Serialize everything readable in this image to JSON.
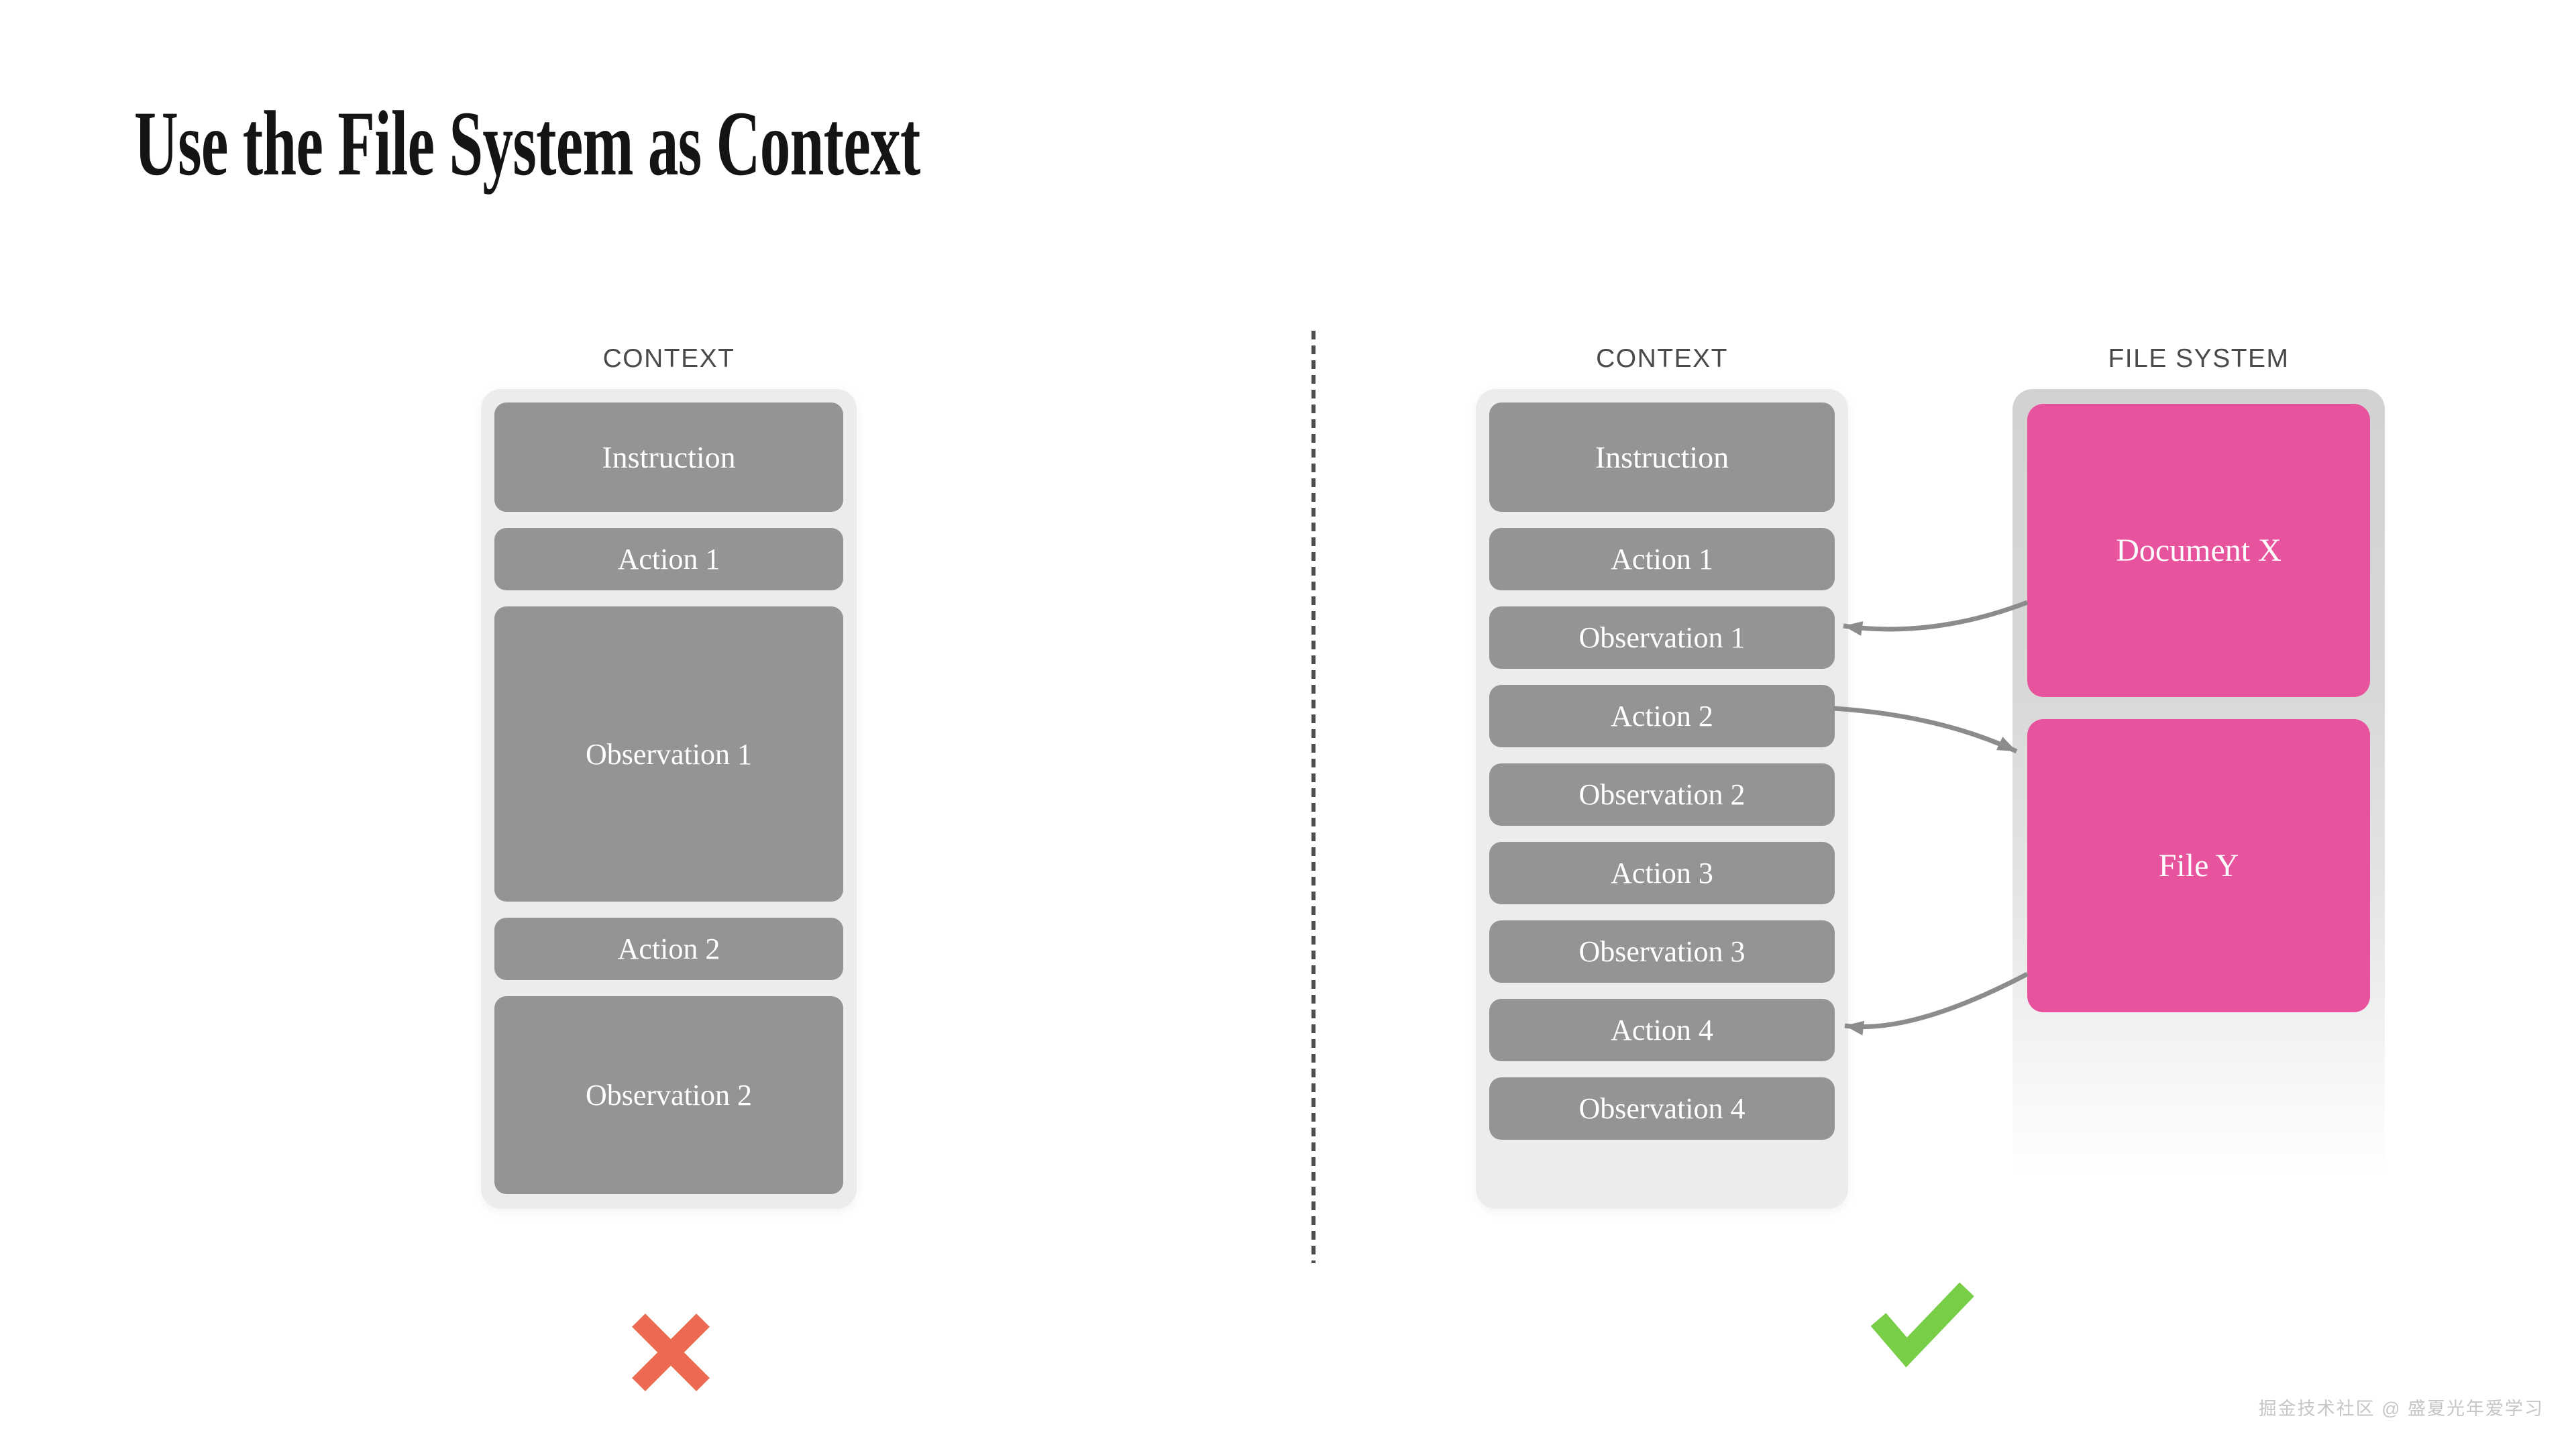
{
  "page": {
    "title": "Use the File System as Context",
    "watermark": "掘金技术社区 @ 盛夏光年爱学习"
  },
  "colors": {
    "gray_box": "#949494",
    "panel_bg": "#ececec",
    "file_system_panel_top": "#d2d2d2",
    "file_box_pink": "#e8539e",
    "cross_red": "#eb6a51",
    "check_green": "#79ce47",
    "arrow_gray": "#8c8c8c",
    "label_gray": "#4a4a4a"
  },
  "left_panel": {
    "label": "CONTEXT",
    "boxes": [
      "Instruction",
      "Action 1",
      "Observation 1",
      "Action 2",
      "Observation 2"
    ],
    "verdict": "cross"
  },
  "right_panel": {
    "context": {
      "label": "CONTEXT",
      "boxes": [
        "Instruction",
        "Action 1",
        "Observation 1",
        "Action 2",
        "Observation 2",
        "Action 3",
        "Observation 3",
        "Action 4",
        "Observation 4"
      ]
    },
    "file_system": {
      "label": "FILE SYSTEM",
      "files": [
        "Document X",
        "File Y"
      ]
    },
    "verdict": "check"
  },
  "arrows": [
    {
      "from": "Document X",
      "to": "Observation 1"
    },
    {
      "from": "Action 2",
      "to": "File Y"
    },
    {
      "from": "File Y",
      "to": "Action 4"
    }
  ]
}
